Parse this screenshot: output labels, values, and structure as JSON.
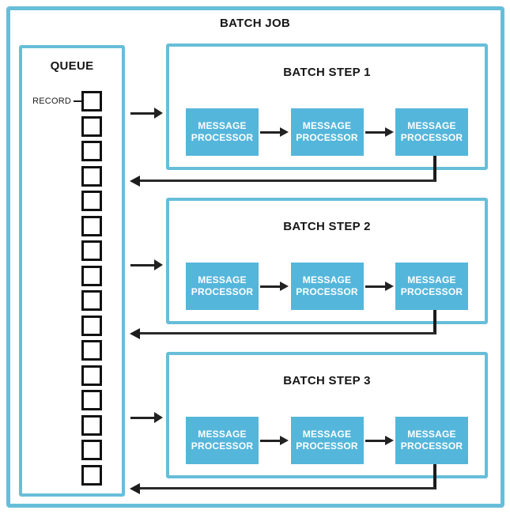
{
  "diagram": {
    "title": "BATCH JOB",
    "queue": {
      "title": "QUEUE",
      "record_label": "RECORD",
      "record_count": 16
    },
    "steps": [
      {
        "title": "BATCH STEP 1",
        "processors": [
          "MESSAGE PROCESSOR",
          "MESSAGE PROCESSOR",
          "MESSAGE PROCESSOR"
        ]
      },
      {
        "title": "BATCH STEP 2",
        "processors": [
          "MESSAGE PROCESSOR",
          "MESSAGE PROCESSOR",
          "MESSAGE PROCESSOR"
        ]
      },
      {
        "title": "BATCH STEP 3",
        "processors": [
          "MESSAGE PROCESSOR",
          "MESSAGE PROCESSOR",
          "MESSAGE PROCESSOR"
        ]
      }
    ],
    "colors": {
      "box_border": "#67BED9",
      "processor_fill": "#55B6DB",
      "processor_text": "#FFFFFF",
      "line": "#1C1C1C",
      "text": "#161616",
      "background": "#FFFFFF"
    }
  }
}
